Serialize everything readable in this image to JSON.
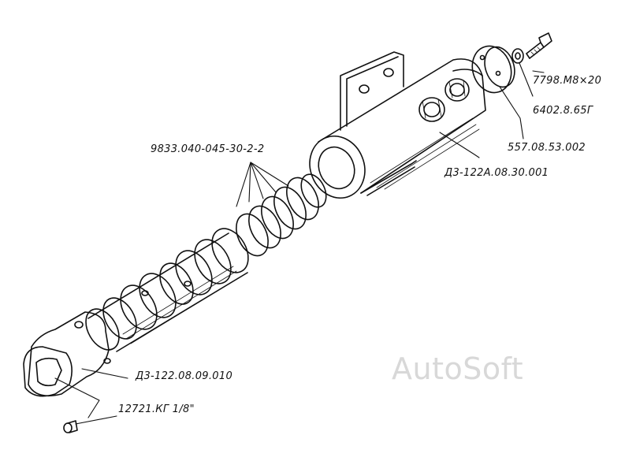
{
  "labels": {
    "bolt": "7798.M8×20",
    "washer": "6402.8.65Г",
    "cap": "557.08.53.002",
    "housing": "Д3-122А.08.30.001",
    "rings": "9833.040-045-30-2-2",
    "plunger": "Д3-122.08.09.010",
    "plug": "12721.КГ 1/8\""
  },
  "watermark": "AutoSoft",
  "colors": {
    "ink": "#111111",
    "watermark": "#d8d8d8",
    "background": "#ffffff"
  }
}
